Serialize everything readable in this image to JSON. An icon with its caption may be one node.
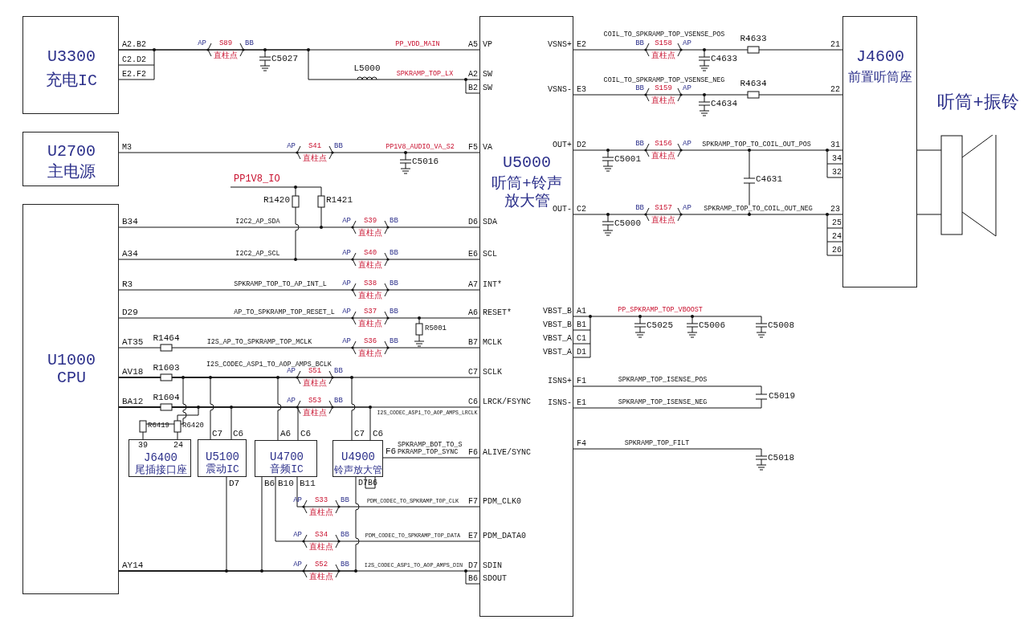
{
  "diagram": {
    "nodes": [
      {
        "text": [
          "U3300",
          "充电IC"
        ],
        "beside": [
          "A2.B2",
          "C2.D2",
          "E2.F2"
        ]
      },
      {
        "text": [
          "U2700",
          "主电源"
        ],
        "beside": [
          "M3"
        ]
      },
      {
        "text": [
          "U1000",
          "CPU"
        ],
        "beside": [
          "B34",
          "A34",
          "R3",
          "D29",
          "AT35",
          "AV18",
          "BA12",
          "AY14"
        ]
      },
      {
        "text": [
          "U5000",
          "听筒+铃声放大管",
          "VP",
          "SW",
          "SW",
          "VA",
          "SDA",
          "SCL",
          "INT*",
          "RESET*",
          "MCLK",
          "SCLK",
          "LRCK/FSYNC",
          "ALIVE/SYNC",
          "PDM_CLK0",
          "PDM_DATA0",
          "SDIN",
          "SDOUT",
          "VSNS+",
          "VSNS-",
          "OUT+",
          "OUT-",
          "VBST_B",
          "VBST_B",
          "VBST_A",
          "VBST_A",
          "ISNS+",
          "ISNS-"
        ],
        "beside": [
          "A5",
          "A2",
          "B2",
          "F5",
          "D6",
          "E6",
          "A7",
          "A6",
          "B7",
          "C7",
          "C6",
          "F6",
          "F7",
          "E7",
          "D7",
          "B6",
          "E2",
          "E3",
          "D2",
          "C2",
          "A1",
          "B1",
          "C1",
          "D1",
          "F1",
          "E1",
          "F4"
        ]
      },
      {
        "text": [
          "J4600",
          "前置听筒座"
        ],
        "beside": [
          "21",
          "22",
          "31",
          "34",
          "32",
          "23",
          "25",
          "24",
          "26"
        ]
      },
      {
        "text": [
          "听筒+振铃"
        ]
      },
      {
        "text": [
          "39",
          "24",
          "J6400",
          "尾插接口座"
        ]
      },
      {
        "text": [
          "U5100",
          "震动IC"
        ],
        "beside": [
          "C7",
          "C6",
          "D7"
        ]
      },
      {
        "text": [
          "U4700",
          "音频IC"
        ],
        "beside": [
          "A6",
          "C6",
          "B6",
          "B10",
          "B11"
        ]
      },
      {
        "text": [
          "U4900",
          "铃声放大管"
        ],
        "beside": [
          "C7",
          "C6",
          "F6",
          "D7",
          "B6"
        ]
      }
    ],
    "edges": [
      {
        "from": 0,
        "to": 3,
        "arrow": "none",
        "label": "PP_VDD_MAIN"
      },
      {
        "from": 0,
        "to": 3,
        "arrow": "none",
        "label": "SPKRAMP_TOP_LX"
      },
      {
        "from": 1,
        "to": 3,
        "arrow": "none",
        "label": "PP1V8_AUDIO_VA_S2"
      },
      {
        "from": 2,
        "to": 3,
        "arrow": "none",
        "label": "I2C2_AP_SDA"
      },
      {
        "from": 2,
        "to": 3,
        "arrow": "none",
        "label": "I2C2_AP_SCL"
      },
      {
        "from": 2,
        "to": 3,
        "arrow": "none",
        "label": "SPKRAMP_TOP_TO_AP_INT_L"
      },
      {
        "from": 2,
        "to": 3,
        "arrow": "none",
        "label": "AP_TO_SPKRAMP_TOP_RESET_L"
      },
      {
        "from": 2,
        "to": 3,
        "arrow": "none",
        "label": "I2S_AP_TO_SPKRAMP_TOP_MCLK"
      },
      {
        "from": 2,
        "to": 3,
        "arrow": "none",
        "label": "I2S_CODEC_ASP1_TO_AOP_AMPS_BCLK"
      },
      {
        "from": 2,
        "to": 3,
        "arrow": "none",
        "label": "I2S_CODEC_ASP1_TO_AOP_AMPS_LRCLK"
      },
      {
        "from": 2,
        "to": 3,
        "arrow": "none",
        "label": "I2S_CODEC_ASP1_TO_AOP_AMPS_DIN"
      },
      {
        "from": 9,
        "to": 3,
        "arrow": "none",
        "label": "SPKRAMP_BOT_TO_SPKRAMP_TOP_SYNC"
      },
      {
        "from": 8,
        "to": 3,
        "arrow": "none",
        "label": "PDM_CODEC_TO_SPKRAMP_TOP_CLK"
      },
      {
        "from": 8,
        "to": 3,
        "arrow": "none",
        "label": "PDM_CODEC_TO_SPKRAMP_TOP_DATA"
      },
      {
        "from": 3,
        "to": 4,
        "arrow": "none",
        "label": "COIL_TO_SPKRAMP_TOP_VSENSE_POS"
      },
      {
        "from": 3,
        "to": 4,
        "arrow": "none",
        "label": "COIL_TO_SPKRAMP_TOP_VSENSE_NEG"
      },
      {
        "from": 3,
        "to": 4,
        "arrow": "none",
        "label": "SPKRAMP_TOP_TO_COIL_OUT_POS"
      },
      {
        "from": 3,
        "to": 4,
        "arrow": "none",
        "label": "SPKRAMP_TOP_TO_COIL_OUT_NEG"
      },
      {
        "from": 4,
        "to": 5,
        "arrow": "none"
      },
      {
        "from": 4,
        "to": 5,
        "arrow": "none"
      },
      {
        "from": 2,
        "to": 6,
        "arrow": "none"
      },
      {
        "from": 2,
        "to": 7,
        "arrow": "none"
      },
      {
        "from": 2,
        "to": 8,
        "arrow": "none"
      },
      {
        "from": 2,
        "to": 9,
        "arrow": "none"
      },
      {
        "from": 2,
        "to": 6,
        "arrow": "none"
      },
      {
        "from": 2,
        "to": 7,
        "arrow": "none"
      },
      {
        "from": 2,
        "to": 8,
        "arrow": "none"
      },
      {
        "from": 2,
        "to": 9,
        "arrow": "none"
      },
      {
        "from": 2,
        "to": 7,
        "arrow": "none"
      },
      {
        "from": 2,
        "to": 8,
        "arrow": "none"
      },
      {
        "from": 2,
        "to": 9,
        "arrow": "none"
      }
    ],
    "labels": [
      "C5027",
      "L5000",
      "C5016",
      "PP1V8_IO",
      "R1420",
      "R1421",
      "R5001",
      "R1464",
      "R1603",
      "R1604",
      "R6419",
      "R6420",
      "AP",
      "S89",
      "BB",
      "直柱点",
      "AP",
      "S41",
      "BB",
      "直柱点",
      "AP",
      "S39",
      "BB",
      "直柱点",
      "AP",
      "S40",
      "BB",
      "直柱点",
      "AP",
      "S38",
      "BB",
      "直柱点",
      "AP",
      "S37",
      "BB",
      "直柱点",
      "AP",
      "S36",
      "BB",
      "直柱点",
      "AP",
      "S51",
      "BB",
      "直柱点",
      "AP",
      "S53",
      "BB",
      "直柱点",
      "AP",
      "S33",
      "BB",
      "直柱点",
      "AP",
      "S34",
      "BB",
      "直柱点",
      "AP",
      "S52",
      "BB",
      "直柱点",
      "BB",
      "S158",
      "AP",
      "直柱点",
      "BB",
      "S159",
      "AP",
      "直柱点",
      "BB",
      "S156",
      "AP",
      "直柱点",
      "BB",
      "S157",
      "AP",
      "直柱点",
      "R4633",
      "C4633",
      "R4634",
      "C4634",
      "C5001",
      "C4631",
      "C5000",
      "PP_SPKRAMP_TOP_VBOOST",
      "C5025",
      "C5006",
      "C5008",
      "SPKRAMP_TOP_ISENSE_POS",
      "C5019",
      "SPKRAMP_TOP_ISENSE_NEG",
      "SPKRAMP_TOP_FILT",
      "C5018"
    ]
  }
}
